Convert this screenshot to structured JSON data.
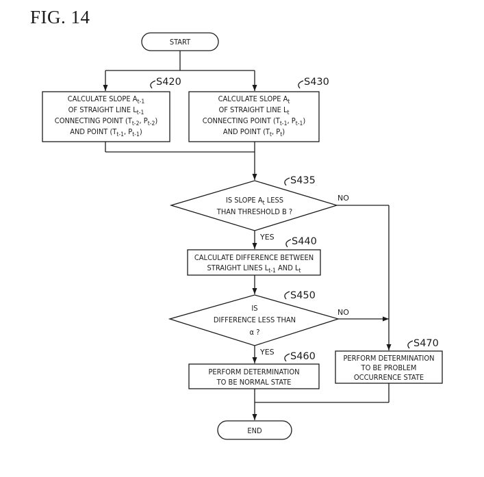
{
  "figure_title": "FIG. 14",
  "start": "START",
  "end": "END",
  "s420": {
    "label": "S420",
    "line1": "CALCULATE SLOPE A",
    "line1_sub": "t-1",
    "line2": "OF STRAIGHT LINE L",
    "line2_sub": "t-1",
    "line3_a": "CONNECTING POINT (T",
    "line3_sub1": "t-2",
    "line3_b": ", P",
    "line3_sub2": "t-2",
    "line3_c": ")",
    "line4_a": "AND POINT (T",
    "line4_sub1": "t-1",
    "line4_b": ", P",
    "line4_sub2": "t-1",
    "line4_c": ")"
  },
  "s430": {
    "label": "S430",
    "line1": "CALCULATE SLOPE A",
    "line1_sub": "t",
    "line2": "OF STRAIGHT LINE L",
    "line2_sub": "t",
    "line3_a": "CONNECTING POINT (T",
    "line3_sub1": "t-1",
    "line3_b": ", P",
    "line3_sub2": "t-1",
    "line3_c": ")",
    "line4_a": "AND POINT (T",
    "line4_sub1": "t",
    "line4_b": ", P",
    "line4_sub2": "t",
    "line4_c": ")"
  },
  "s435": {
    "label": "S435",
    "line1_a": "IS SLOPE A",
    "line1_sub": "t",
    "line1_b": " LESS",
    "line2": "THAN THRESHOLD B ?",
    "yes": "YES",
    "no": "NO"
  },
  "s440": {
    "label": "S440",
    "line1": "CALCULATE DIFFERENCE BETWEEN",
    "line2_a": "STRAIGHT LINES L",
    "line2_sub1": "t-1",
    "line2_b": " AND L",
    "line2_sub2": "t"
  },
  "s450": {
    "label": "S450",
    "line1": "IS",
    "line2": "DIFFERENCE LESS THAN",
    "line3": "α ?",
    "yes": "YES",
    "no": "NO"
  },
  "s460": {
    "label": "S460",
    "line1": "PERFORM DETERMINATION",
    "line2": "TO BE NORMAL STATE"
  },
  "s470": {
    "label": "S470",
    "line1": "PERFORM DETERMINATION",
    "line2": "TO BE PROBLEM",
    "line3": "OCCURRENCE STATE"
  }
}
